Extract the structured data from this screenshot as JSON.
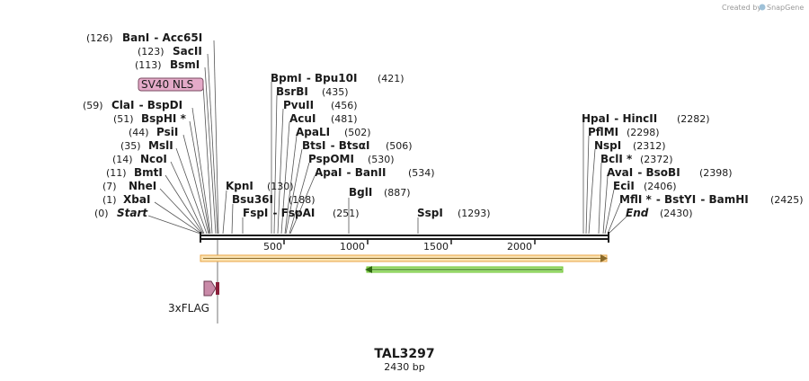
{
  "credit": {
    "text": "Created by",
    "brand": "SnapGene",
    "icon": "snapgene-logo-icon"
  },
  "plasmid": {
    "name": "TAL3297",
    "length_label": "2430 bp",
    "length": 2430
  },
  "ruler": {
    "ticks": [
      "500",
      "1000",
      "1500",
      "2000"
    ]
  },
  "features": {
    "nls_label": "SV40 NLS",
    "flag_label": "3xFLAG"
  },
  "enzymes_left": [
    {
      "pos_label": "(126)",
      "name": "BanI",
      "sep": " - ",
      "name2": "Acc65I",
      "site": 126
    },
    {
      "pos_label": "(123)",
      "name": "SacII",
      "site": 123
    },
    {
      "pos_label": "(113)",
      "name": "BsmI",
      "site": 113
    },
    {
      "pos_label": "(59)",
      "name": "ClaI",
      "sep": " - ",
      "name2": "BspDI",
      "site": 59
    },
    {
      "pos_label": "(51)",
      "name": "BspHI *",
      "site": 51
    },
    {
      "pos_label": "(44)",
      "name": "PsiI",
      "site": 44
    },
    {
      "pos_label": "(35)",
      "name": "MslI",
      "site": 35
    },
    {
      "pos_label": "(14)",
      "name": "NcoI",
      "site": 14
    },
    {
      "pos_label": "(11)",
      "name": "BmtI",
      "site": 11
    },
    {
      "pos_label": "(7)",
      "name": "NheI",
      "site": 7
    },
    {
      "pos_label": "(1)",
      "name": "XbaI",
      "site": 1
    },
    {
      "pos_label": "(0)",
      "name": "Start",
      "site": 0
    }
  ],
  "enzymes_mid": [
    {
      "name": "BpmI",
      "sep": " - ",
      "name2": "Bpu10I",
      "pos_label": "(421)",
      "site": 421
    },
    {
      "name": "BsrBI",
      "pos_label": "(435)",
      "site": 435
    },
    {
      "name": "PvuII",
      "pos_label": "(456)",
      "site": 456
    },
    {
      "name": "AcuI",
      "pos_label": "(481)",
      "site": 481
    },
    {
      "name": "ApaLI",
      "pos_label": "(502)",
      "site": 502
    },
    {
      "name": "BtsI",
      "sep": " - ",
      "name2": "BtsαI",
      "pos_label": "(506)",
      "site": 506
    },
    {
      "name": "PspOMI",
      "pos_label": "(530)",
      "site": 530
    },
    {
      "name": "ApaI",
      "sep": " - ",
      "name2": "BanII",
      "pos_label": "(534)",
      "site": 534
    },
    {
      "name": "KpnI",
      "pos_label": "(130)",
      "site": 130
    },
    {
      "name": "Bsu36I",
      "pos_label": "(188)",
      "site": 188
    },
    {
      "name": "FspI",
      "sep": " - ",
      "name2": "FspAI",
      "pos_label": "(251)",
      "site": 251
    },
    {
      "name": "BglI",
      "pos_label": "(887)",
      "site": 887
    },
    {
      "name": "SspI",
      "pos_label": "(1293)",
      "site": 1293
    }
  ],
  "enzymes_right": [
    {
      "name": "HpaI",
      "sep": " - ",
      "name2": "HincII",
      "pos_label": "(2282)",
      "site": 2282
    },
    {
      "name": "PflMI",
      "pos_label": "(2298)",
      "site": 2298
    },
    {
      "name": "NspI",
      "pos_label": "(2312)",
      "site": 2312
    },
    {
      "name": "BclI *",
      "pos_label": "(2372)",
      "site": 2372
    },
    {
      "name": "AvaI",
      "sep": " - ",
      "name2": "BsoBI",
      "pos_label": "(2398)",
      "site": 2398
    },
    {
      "name": "EciI",
      "pos_label": "(2406)",
      "site": 2406
    },
    {
      "name": "MflI *",
      "sep": " - ",
      "name2": "BstYI",
      "sep2": " - ",
      "name3": "BamHI",
      "pos_label": "(2425)",
      "site": 2425
    },
    {
      "name": "End",
      "pos_label": "(2430)",
      "site": 2430
    }
  ],
  "colors": {
    "backbone": "#1a1a1a",
    "feature_orange": "#f5b04a",
    "feature_green": "#72d22e",
    "nls_fill": "#e4aac8",
    "flag_fill": "#c98aa8",
    "flag_dark": "#8a1f3a"
  }
}
